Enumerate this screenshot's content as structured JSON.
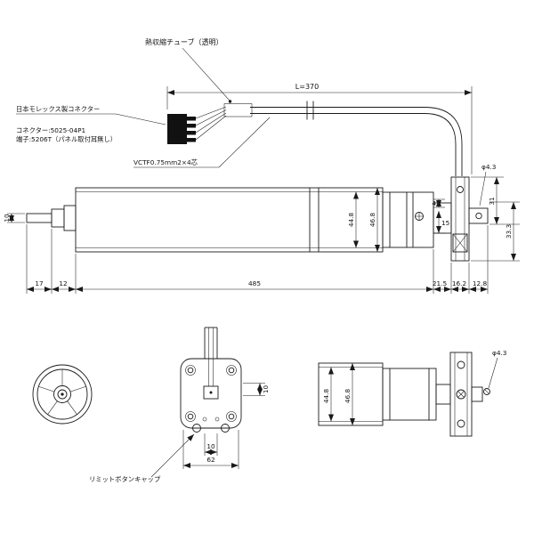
{
  "sheet": {
    "background": "#ffffff",
    "line_color": "#1a1a1a"
  },
  "annotations": {
    "heat_shrink_tube": "熱収縮チューブ（透明）",
    "connector_maker": "日本モレックス製コネクター",
    "connector_model": "コネクター:5025-04P1",
    "terminal_spec": "端子:5206T（パネル取付耳無し）",
    "cable_spec": "VCTF0.75mm2×4芯",
    "cable_length": "L=370",
    "limit_button_cap": "リミットボタンキャップ"
  },
  "dimensions": {
    "main_view": {
      "shaft_width": "10",
      "tube_inner_dia": "44.8",
      "tube_outer_dia": "46.8",
      "bracket_step": "4",
      "bracket_hub": "15",
      "bracket_width": "31",
      "bracket_height": "33.3",
      "hole_dia": "φ4.3",
      "len_shaft_tip": "17",
      "len_shaft_base": "12",
      "len_tube": "485",
      "len_motor_head": "21.5",
      "len_bracket": "16.2",
      "len_tab": "12.8"
    },
    "front_view": {
      "slot_height": "10",
      "tab_width": "10",
      "body_width": "62"
    },
    "motor_view": {
      "tube_inner_dia": "44.8",
      "tube_outer_dia": "46.8",
      "hole_dia": "φ4.3"
    }
  }
}
